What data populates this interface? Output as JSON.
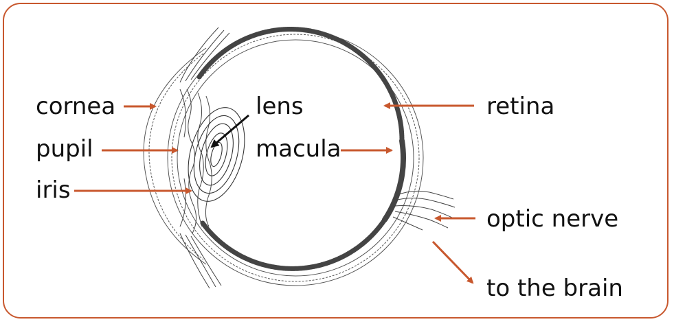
{
  "labels": {
    "cornea": "cornea",
    "pupil": "pupil",
    "iris": "iris",
    "lens": "lens",
    "macula": "macula",
    "retina": "retina",
    "optic_nerve": "optic nerve",
    "to_the_brain": "to the brain"
  },
  "colors": {
    "frame": "#c8582e",
    "arrow": "#c8582e",
    "lens_arrow": "#111111",
    "ink": "#333333",
    "retina_band": "#444444"
  }
}
